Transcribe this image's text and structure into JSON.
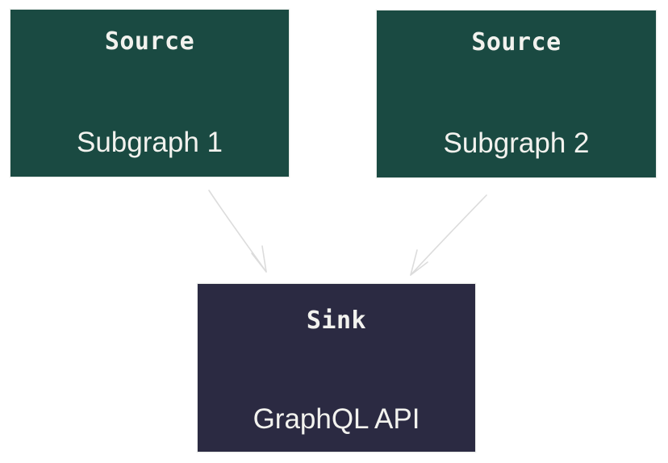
{
  "diagram": {
    "nodes": [
      {
        "id": "source-1",
        "heading": "Source",
        "label": "Subgraph 1",
        "color": "#1a4a42"
      },
      {
        "id": "source-2",
        "heading": "Source",
        "label": "Subgraph 2",
        "color": "#1a4a42"
      },
      {
        "id": "sink",
        "heading": "Sink",
        "label": "GraphQL API",
        "color": "#2b2a42"
      }
    ],
    "edges": [
      {
        "from": "source-1",
        "to": "sink"
      },
      {
        "from": "source-2",
        "to": "sink"
      }
    ],
    "edge_color": "#dcdcdc",
    "background": "#ffffff"
  }
}
